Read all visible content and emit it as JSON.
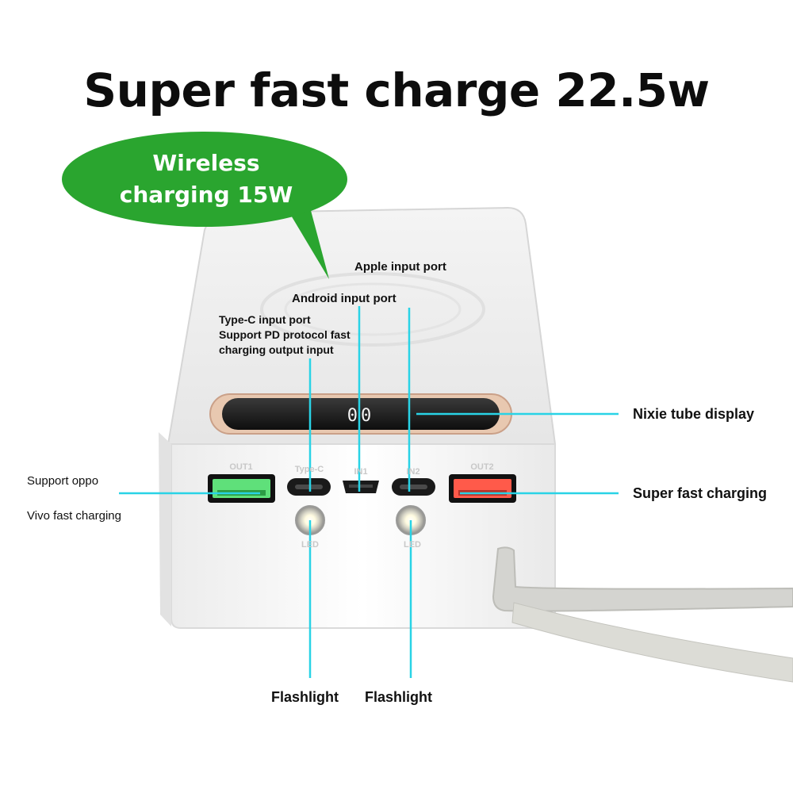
{
  "title": "Super fast charge 22.5w",
  "bubble": {
    "line1": "Wireless",
    "line2": "charging 15W",
    "color": "#2aa52f"
  },
  "accent_line_color": "#29d3e6",
  "ports": {
    "out1": "OUT1",
    "type_c": "Type-C",
    "micro": "IN1",
    "lightning": "IN2",
    "out2": "OUT2",
    "led": "LED"
  },
  "display_digits": "00",
  "labels": {
    "apple_input": "Apple input port",
    "android_input": "Android input port",
    "type_c_line1": "Type-C input port",
    "type_c_line2": "Support PD protocol fast",
    "type_c_line3": "charging output input",
    "nixie": "Nixie tube display",
    "support_oppo": "Support oppo",
    "vivo": "Vivo fast charging",
    "super_fast": "Super fast charging",
    "flashlight_left": "Flashlight",
    "flashlight_right": "Flashlight"
  }
}
